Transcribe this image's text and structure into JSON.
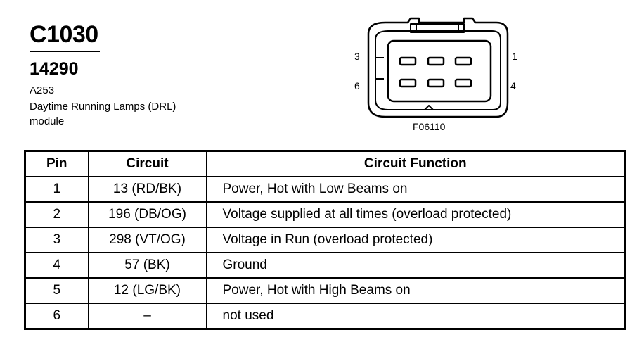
{
  "header": {
    "connector_id": "C1030",
    "part_number": "14290",
    "location_code": "A253",
    "description_line1": "Daytime Running Lamps (DRL)",
    "description_line2": "module"
  },
  "connector_figure": {
    "pin_labels": {
      "top_left": "3",
      "top_right": "1",
      "bottom_left": "6",
      "bottom_right": "4"
    },
    "figure_code": "F06110"
  },
  "pin_table": {
    "headers": {
      "pin": "Pin",
      "circuit": "Circuit",
      "function": "Circuit Function"
    },
    "rows": [
      {
        "pin": "1",
        "circuit": "13 (RD/BK)",
        "function": "Power, Hot with Low Beams on"
      },
      {
        "pin": "2",
        "circuit": "196 (DB/OG)",
        "function": "Voltage supplied at all times (overload protected)"
      },
      {
        "pin": "3",
        "circuit": "298 (VT/OG)",
        "function": "Voltage in Run (overload protected)"
      },
      {
        "pin": "4",
        "circuit": "57 (BK)",
        "function": "Ground"
      },
      {
        "pin": "5",
        "circuit": "12 (LG/BK)",
        "function": "Power, Hot with High Beams on"
      },
      {
        "pin": "6",
        "circuit": "–",
        "function": "not used"
      }
    ]
  }
}
